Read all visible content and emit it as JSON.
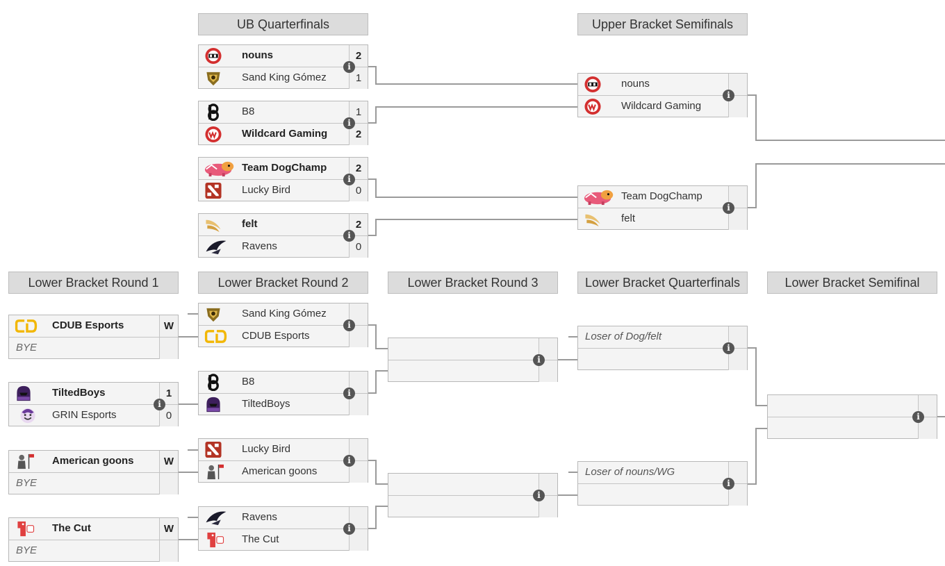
{
  "headers": {
    "ubqf": "UB Quarterfinals",
    "ubsf": "Upper Bracket Semifinals",
    "lbr1": "Lower Bracket Round 1",
    "lbr2": "Lower Bracket Round 2",
    "lbr3": "Lower Bracket Round 3",
    "lbqf": "Lower Bracket Quarterfinals",
    "lbsf": "Lower Bracket Semifinal"
  },
  "info_glyph": "i",
  "ubqf": [
    {
      "t1": "nouns",
      "s1": "2",
      "t2": "Sand King Gómez",
      "s2": "1"
    },
    {
      "t1": "B8",
      "s1": "1",
      "t2": "Wildcard Gaming",
      "s2": "2"
    },
    {
      "t1": "Team DogChamp",
      "s1": "2",
      "t2": "Lucky Bird",
      "s2": "0"
    },
    {
      "t1": "felt",
      "s1": "2",
      "t2": "Ravens",
      "s2": "0"
    }
  ],
  "ubsf": [
    {
      "t1": "nouns",
      "t2": "Wildcard Gaming"
    },
    {
      "t1": "Team DogChamp",
      "t2": "felt"
    }
  ],
  "lbr1": [
    {
      "t1": "CDUB Esports",
      "s1": "W",
      "t2": "BYE"
    },
    {
      "t1": "TiltedBoys",
      "s1": "1",
      "t2": "GRIN Esports",
      "s2": "0"
    },
    {
      "t1": "American goons",
      "s1": "W",
      "t2": "BYE"
    },
    {
      "t1": "The Cut",
      "s1": "W",
      "t2": "BYE"
    }
  ],
  "lbr2": [
    {
      "t1": "Sand King Gómez",
      "t2": "CDUB Esports"
    },
    {
      "t1": "B8",
      "t2": "TiltedBoys"
    },
    {
      "t1": "Lucky Bird",
      "t2": "American goons"
    },
    {
      "t1": "Ravens",
      "t2": "The Cut"
    }
  ],
  "lbqf": [
    {
      "t1": "Loser of Dog/felt"
    },
    {
      "t1": "Loser of nouns/WG"
    }
  ],
  "colors": {
    "header_bg": "#dcdcdc",
    "match_bg": "#f4f4f4",
    "line": "#9a9a9a",
    "info": "#555555"
  }
}
